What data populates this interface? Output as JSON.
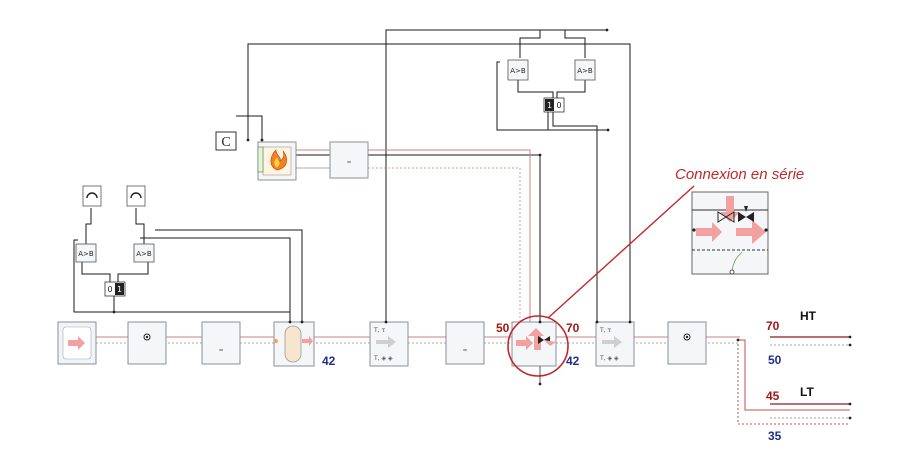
{
  "callout_label": "Connexion en série",
  "constant_label": "C",
  "comparator_label": "A>B",
  "switch_labels": [
    "0",
    "1"
  ],
  "temperature_labels": {
    "left_return": "42",
    "series_in": "50",
    "series_out": "70",
    "series_return": "42",
    "ht_supply": "70",
    "ht_return": "50",
    "lt_supply": "45",
    "lt_return": "35"
  },
  "circuit_labels": {
    "high": "HT",
    "low": "LT"
  },
  "colors": {
    "supply_red": "#a01818",
    "return_blue": "#1f2f8f",
    "callout_red": "#c0282c",
    "wire": "#1a1a1a",
    "pipe_red": "#d08080",
    "box_stroke": "#8a8f98",
    "arrow_pink": "#f2a0a0"
  }
}
